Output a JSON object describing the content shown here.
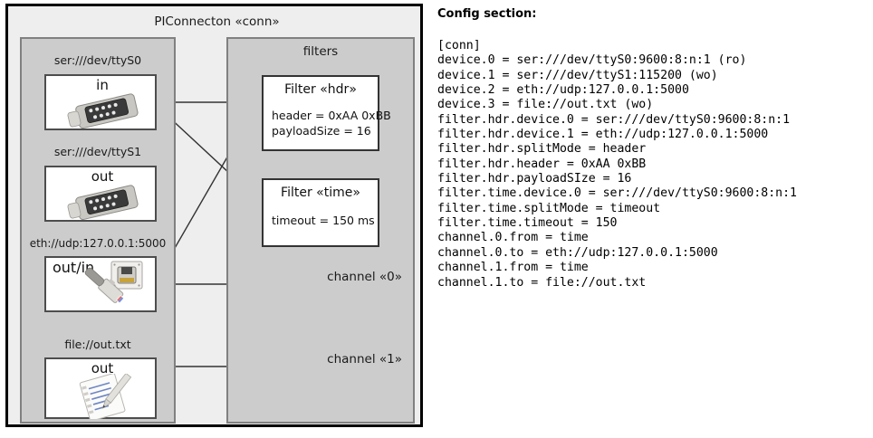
{
  "diagram": {
    "title": "PIConnecton «conn»",
    "panels": {
      "devices": {
        "title": ""
      },
      "filters": {
        "title": "filters"
      }
    },
    "devices": [
      {
        "label": "ser:///dev/ttyS0",
        "role": "in",
        "icon": "serial-db9-connector-icon"
      },
      {
        "label": "ser:///dev/ttyS1",
        "role": "out",
        "icon": "serial-db9-connector-icon"
      },
      {
        "label": "eth://udp:127.0.0.1:5000",
        "role": "out/in",
        "icon": "ethernet-rj45-icon"
      },
      {
        "label": "file://out.txt",
        "role": "out",
        "icon": "text-file-pencil-icon"
      }
    ],
    "filters": [
      {
        "title": "Filter «hdr»",
        "props": [
          "header = 0xAA 0xBB",
          "payloadSize = 16"
        ]
      },
      {
        "title": "Filter «time»",
        "props": [
          "timeout = 150 ms"
        ]
      }
    ],
    "channels": [
      {
        "label": "channel «0»"
      },
      {
        "label": "channel «1»"
      }
    ]
  },
  "config": {
    "heading": "Config section:",
    "lines": [
      "[conn]",
      "device.0 = ser:///dev/ttyS0:9600:8:n:1 (ro)",
      "device.1 = ser:///dev/ttyS1:115200 (wo)",
      "device.2 = eth://udp:127.0.0.1:5000",
      "device.3 = file://out.txt (wo)",
      "filter.hdr.device.0 = ser:///dev/ttyS0:9600:8:n:1",
      "filter.hdr.device.1 = eth://udp:127.0.0.1:5000",
      "filter.hdr.splitMode = header",
      "filter.hdr.header = 0xAA 0xBB",
      "filter.hdr.payloadSIze = 16",
      "filter.time.device.0 = ser:///dev/ttyS0:9600:8:n:1",
      "filter.time.splitMode = timeout",
      "filter.time.timeout = 150",
      "channel.0.from = time",
      "channel.0.to = eth://udp:127.0.0.1:5000",
      "channel.1.from = time",
      "channel.1.to = file://out.txt"
    ]
  },
  "colors": {
    "frame": "#000000",
    "panel_fill": "#cccccc",
    "panel_border": "#808080",
    "canvas": "#eeeeee",
    "box_fill": "#ffffff",
    "wire": "#333333"
  }
}
